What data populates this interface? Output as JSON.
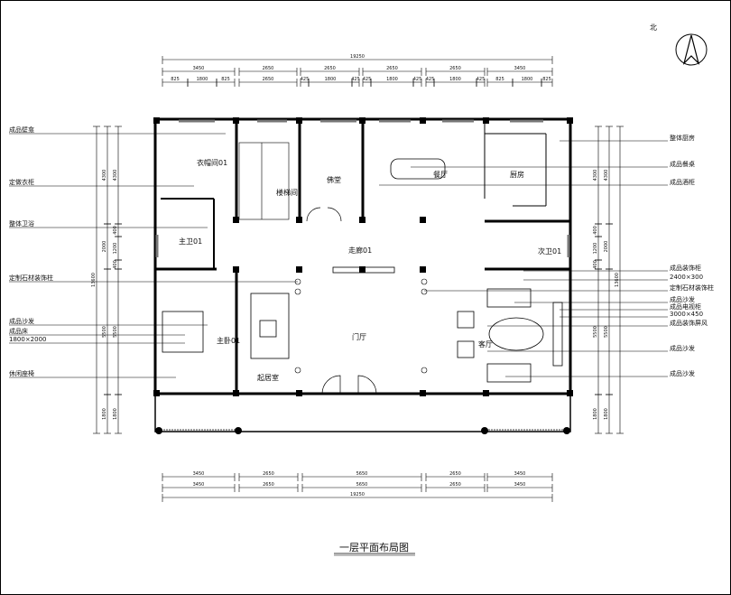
{
  "title": "一层平面布局图",
  "north": "北",
  "rooms": {
    "cloakroom": "衣帽间01",
    "master_bath": "主卫01",
    "master_bed": "主卧01",
    "stair": "楼梯间",
    "shrine": "佛堂",
    "dining": "餐厅",
    "kitchen": "厨房",
    "corridor": "走廊01",
    "foyer": "门厅",
    "living": "客厅",
    "guest_bath": "次卫01",
    "sitting": "起居室"
  },
  "callouts_left": [
    "成品壁龛",
    "定做衣柜",
    "整体卫浴",
    "定制石材装饰柱",
    "成品沙发",
    "成品床",
    "1800×2000",
    "休闲座椅"
  ],
  "callouts_right": [
    "整体厨房",
    "成品餐桌",
    "成品酒柜",
    "成品装饰柜",
    "2400×300",
    "定制石材装饰柱",
    "成品沙发",
    "成品电视柜",
    "3000×450",
    "成品装饰屏风",
    "成品沙发",
    "成品沙发"
  ],
  "dims_top": {
    "total": "19250",
    "row1": [
      "3450",
      "2650",
      "2650",
      "2650",
      "2650",
      "3450"
    ],
    "row2": [
      "825",
      "1800",
      "825",
      "2650",
      "425",
      "1800",
      "425",
      "425",
      "1800",
      "425",
      "425",
      "1800",
      "425",
      "825",
      "1800",
      "825"
    ]
  },
  "dims_bottom": {
    "total": "19250",
    "row1": [
      "3450",
      "2650",
      "5650",
      "2650",
      "3450"
    ],
    "row2": [
      "3450",
      "2650",
      "5650",
      "2650",
      "3450"
    ]
  },
  "dims_side": {
    "total": "13600",
    "outer": [
      "4300",
      "2000",
      "5500",
      "1800"
    ],
    "inner": [
      "4300",
      "400",
      "1200",
      "400",
      "5500",
      "1800"
    ]
  }
}
